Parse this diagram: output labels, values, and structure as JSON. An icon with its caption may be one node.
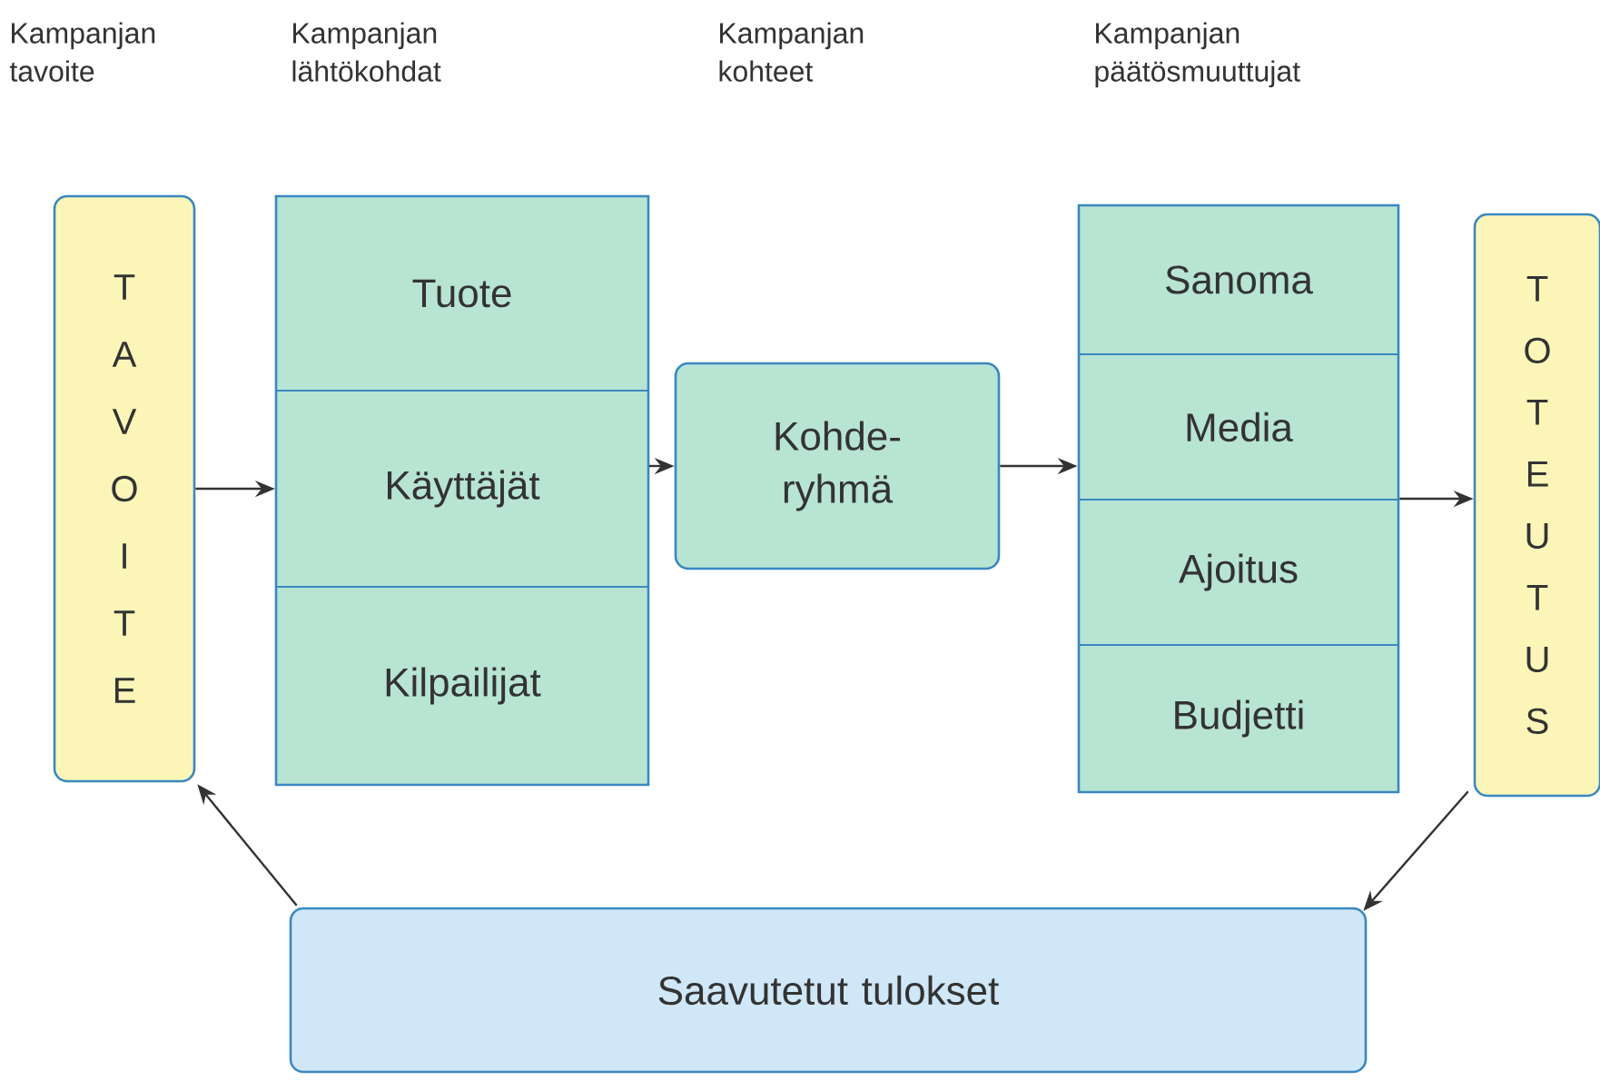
{
  "diagram": {
    "nodes": [
      {
        "text": [
          "TAVOITE"
        ]
      },
      {
        "text": [],
        "shape": "box"
      },
      {
        "text": [
          "Tuote"
        ],
        "in": 1
      },
      {
        "text": [
          "Käyttäjät"
        ],
        "in": 1
      },
      {
        "text": [
          "Kilpailijat"
        ],
        "in": 1
      },
      {
        "text": [
          "Kohde- ryhmä"
        ]
      },
      {
        "text": [],
        "shape": "box"
      },
      {
        "text": [
          "Sanoma"
        ],
        "in": 6
      },
      {
        "text": [
          "Media"
        ],
        "in": 6
      },
      {
        "text": [
          "Ajoitus"
        ],
        "in": 6
      },
      {
        "text": [
          "Budjetti"
        ],
        "in": 6
      },
      {
        "text": [
          "TOTEUTUS"
        ]
      },
      {
        "text": [
          "Saavutetut tulokset"
        ]
      }
    ],
    "edges": [
      {
        "from": 0,
        "to": 3,
        "arrow": "to"
      },
      {
        "from": 3,
        "to": 5,
        "arrow": "to"
      },
      {
        "from": 5,
        "to": 6,
        "arrow": "to"
      },
      {
        "from": 6,
        "to": 11,
        "arrow": "to"
      },
      {
        "from": 11,
        "to": 12,
        "arrow": "to"
      },
      {
        "from": 12,
        "to": 0,
        "arrow": "to"
      }
    ],
    "labels": [
      "Kampanjan tavoite",
      "Kampanjan lähtökohdat",
      "Kampanjan kohteet",
      "Kampanjan päätösmuuttujat"
    ]
  }
}
